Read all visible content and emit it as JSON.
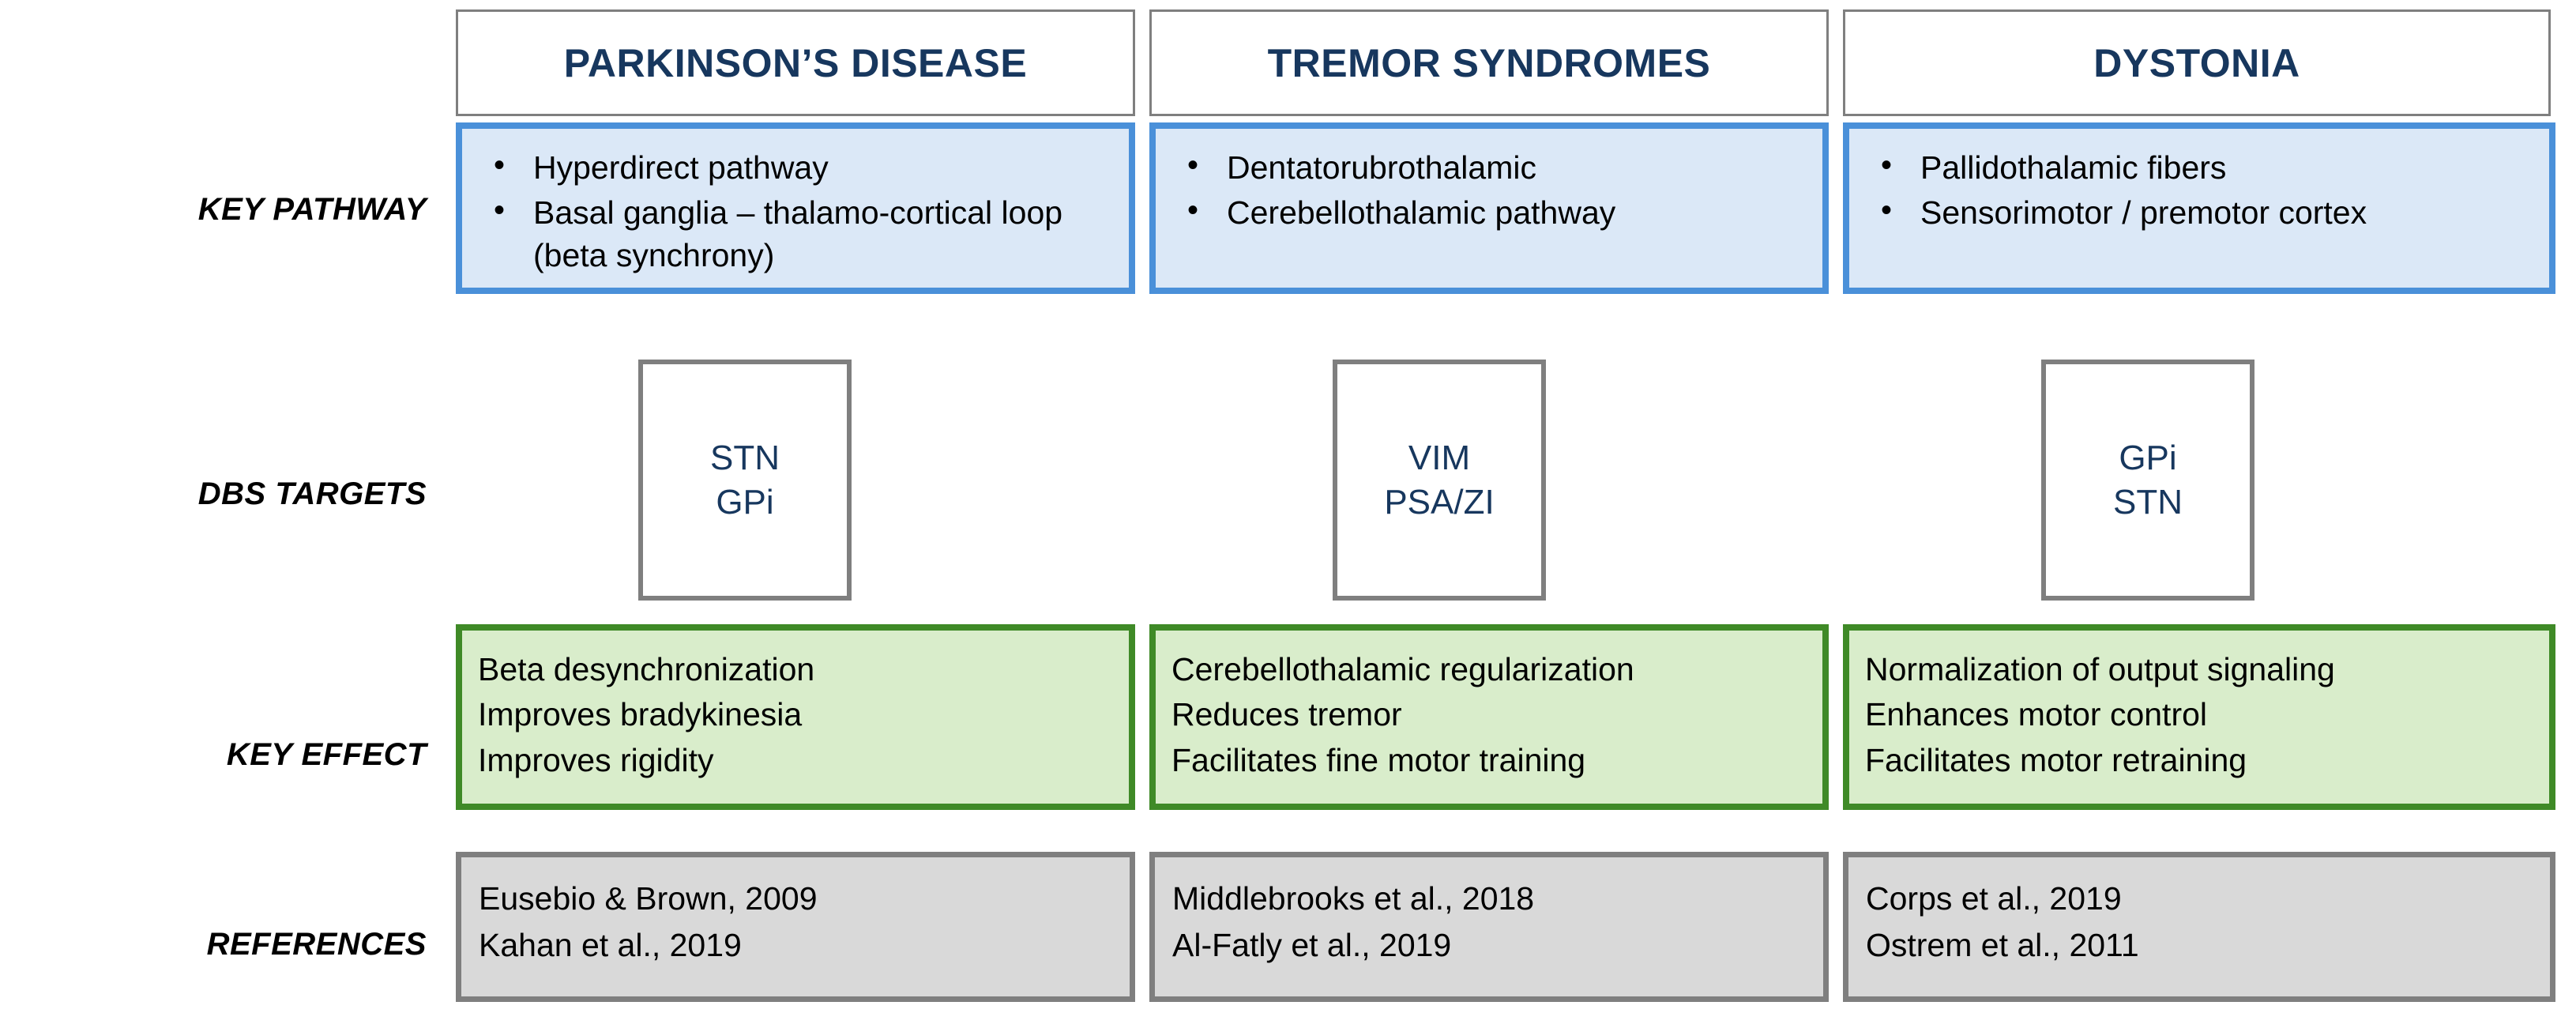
{
  "title": "DBS pathways, targets, effects and references by disorder",
  "colors": {
    "header_text": "#17375e",
    "pathway_fill": "#dbe8f7",
    "pathway_border": "#4a90d9",
    "effect_fill": "#d9edcb",
    "effect_border": "#3f8a27",
    "refs_fill": "#d9d9d9",
    "refs_border": "#7f7f7f",
    "dbs_border": "#7f7f7f",
    "dbs_text": "#17375e"
  },
  "row_labels": {
    "pathway": "KEY PATHWAY",
    "dbs": "DBS TARGETS",
    "effect": "KEY EFFECT",
    "references": "REFERENCES"
  },
  "columns": [
    {
      "header": "PARKINSON’S DISEASE",
      "pathway": [
        "Hyperdirect pathway",
        "Basal ganglia – thalamo-cortical loop (beta synchrony)"
      ],
      "dbs_targets": [
        "STN",
        "GPi"
      ],
      "effects": [
        "Beta desynchronization",
        "Improves bradykinesia",
        "Improves rigidity"
      ],
      "references": [
        "Eusebio & Brown, 2009",
        "Kahan et al., 2019"
      ]
    },
    {
      "header": "TREMOR SYNDROMES",
      "pathway": [
        "Dentatorubrothalamic",
        "Cerebellothalamic pathway"
      ],
      "dbs_targets": [
        "VIM",
        "PSA/ZI"
      ],
      "effects": [
        "Cerebellothalamic regularization",
        "Reduces tremor",
        "Facilitates fine motor training"
      ],
      "references": [
        "Middlebrooks et al., 2018",
        "Al-Fatly et al., 2019"
      ]
    },
    {
      "header": "DYSTONIA",
      "pathway": [
        "Pallidothalamic fibers",
        "Sensorimotor / premotor cortex"
      ],
      "dbs_targets": [
        "GPi",
        "STN"
      ],
      "effects": [
        "Normalization of output signaling",
        "Enhances motor control",
        "Facilitates motor retraining"
      ],
      "references": [
        "Corps et al., 2019",
        "Ostrem et al., 2011"
      ]
    }
  ]
}
